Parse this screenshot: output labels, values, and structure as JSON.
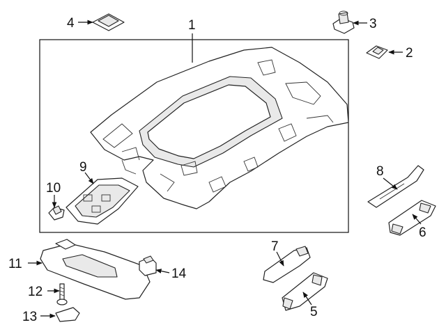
{
  "callouts": [
    {
      "id": "1",
      "label": "1"
    },
    {
      "id": "2",
      "label": "2"
    },
    {
      "id": "3",
      "label": "3"
    },
    {
      "id": "4",
      "label": "4"
    },
    {
      "id": "5",
      "label": "5"
    },
    {
      "id": "6",
      "label": "6"
    },
    {
      "id": "7",
      "label": "7"
    },
    {
      "id": "8",
      "label": "8"
    },
    {
      "id": "9",
      "label": "9"
    },
    {
      "id": "10",
      "label": "10"
    },
    {
      "id": "11",
      "label": "11"
    },
    {
      "id": "12",
      "label": "12"
    },
    {
      "id": "13",
      "label": "13"
    },
    {
      "id": "14",
      "label": "14"
    }
  ],
  "colors": {
    "line": "#222222",
    "background": "#ffffff",
    "shade": "#e9e9e9"
  }
}
